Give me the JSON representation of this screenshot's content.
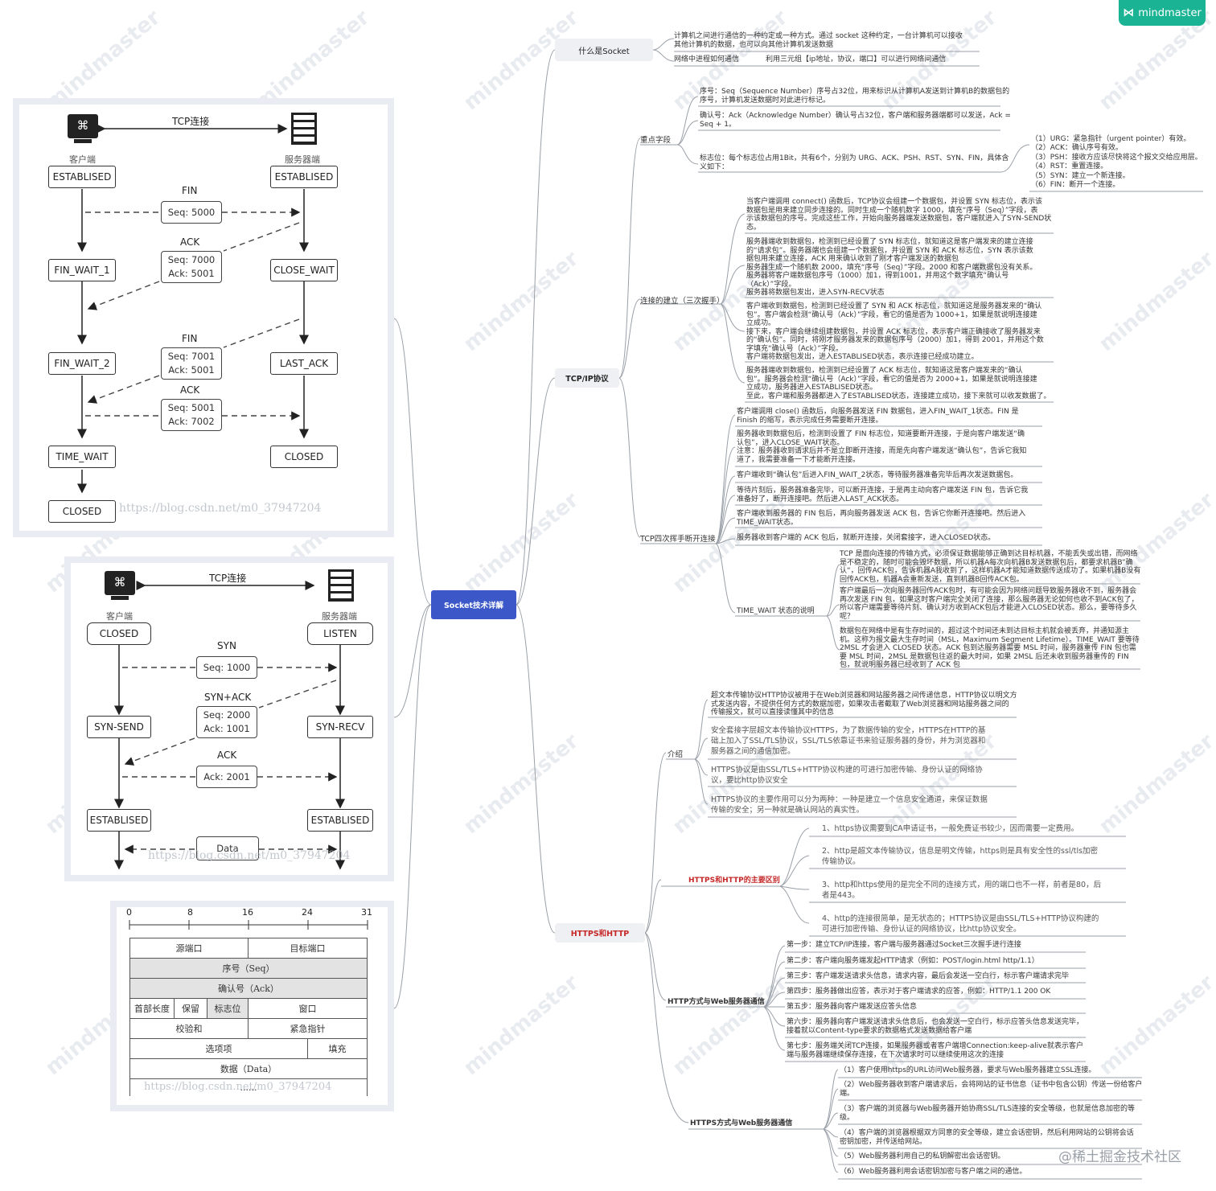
{
  "brand": {
    "logo_text": "mindmaster",
    "watermark_text": "mindmaster"
  },
  "diagram1": {
    "title": "TCP连接",
    "client_label": "客户端",
    "server_label": "服务器端",
    "client_states": [
      "ESTABLISED",
      "FIN_WAIT_1",
      "FIN_WAIT_2",
      "TIME_WAIT",
      "CLOSED"
    ],
    "server_states": [
      "ESTABLISED",
      "CLOSE_WAIT",
      "LAST_ACK",
      "CLOSED"
    ],
    "packets": [
      {
        "type": "FIN",
        "lines": [
          "Seq: 5000"
        ]
      },
      {
        "type": "ACK",
        "lines": [
          "Seq: 7000",
          "Ack: 5001"
        ]
      },
      {
        "type": "FIN",
        "lines": [
          "Seq: 7001",
          "Ack: 5001"
        ]
      },
      {
        "type": "ACK",
        "lines": [
          "Seq: 5001",
          "Ack: 7002"
        ]
      }
    ],
    "watermark": "https://blog.csdn.net/m0_37947204"
  },
  "diagram2": {
    "title": "TCP连接",
    "client_label": "客户端",
    "server_label": "服务器端",
    "client_states": [
      "CLOSED",
      "SYN-SEND",
      "ESTABLISED"
    ],
    "server_states": [
      "LISTEN",
      "SYN-RECV",
      "ESTABLISED"
    ],
    "packets": [
      {
        "type": "SYN",
        "lines": [
          "Seq: 1000"
        ]
      },
      {
        "type": "SYN+ACK",
        "lines": [
          "Seq: 2000",
          "Ack: 1001"
        ]
      },
      {
        "type": "ACK",
        "lines": [
          "Ack: 2001"
        ]
      }
    ],
    "data_label": "Data",
    "watermark": "https://blog.csdn.net/m0_37947204"
  },
  "header_diagram": {
    "bits": [
      "0",
      "8",
      "16",
      "24",
      "31"
    ],
    "src_port": "源端口",
    "dst_port": "目标端口",
    "seq": "序号（Seq）",
    "ack": "确认号（Ack）",
    "hlen": "首部长度",
    "reserved": "保留",
    "flags": "标志位",
    "window": "窗口",
    "checksum": "校验和",
    "urgent": "紧急指针",
    "options": "选项项",
    "padding": "填充",
    "data": "数据（Data）",
    "watermark": "https://blog.csdn.net/m0_37947204",
    "ellipsis": "......"
  },
  "mindmap": {
    "central": "Socket技术详解",
    "what_is_socket": {
      "title": "什么是Socket",
      "line1": "计算机之间进行通信的一种约定或一种方式。通过 socket 这种约定，一台计算机可以接收",
      "line2": "其他计算机的数据，也可以向其他计算机发送数据",
      "line3_a": "网络中进程如何通信",
      "line3_b": "利用三元组【ip地址，协议，端口】可以进行网络间通信"
    },
    "tcpip": {
      "title": "TCP/IP协议",
      "key_fields": "重点字段",
      "seq": [
        "序号：Seq（Sequence Number）序号占32位，用来标识从计算机A发送到计算机B的数据包的",
        "序号，计算机发送数据时对此进行标记。"
      ],
      "ack": [
        "确认号：Ack（Acknowledge Number）确认号占32位，客户端和服务器端都可以发送，Ack =",
        "Seq + 1。"
      ],
      "flags": [
        "标志位：每个标志位占用1Bit，共有6个，分别为 URG、ACK、PSH、RST、SYN、FIN，具体含",
        "义如下："
      ],
      "flag_items": [
        "（1）URG：紧急指针（urgent pointer）有效。",
        "（2）ACK：确认序号有效。",
        "（3）PSH：接收方应该尽快将这个报文交给应用层。",
        "（4）RST：重置连接。",
        "（5）SYN：建立一个新连接。",
        "（6）FIN：断开一个连接。"
      ],
      "handshake": "连接的建立（三次握手）",
      "hs1": [
        "当客户端调用 connect() 函数后，TCP协议会组建一个数据包，并设置 SYN 标志位，表示该",
        "数据包是用来建立同步连接的。同时生成一个随机数字 1000，填充“序号（Seq）”字段，表",
        "示该数据包的序号。完成这些工作，开始向服务器端发送数据包，客户端就进入了SYN-SEND状",
        "态。"
      ],
      "hs2": [
        "服务器端收到数据包，检测到已经设置了 SYN 标志位，就知道这是客户端发来的建立连接",
        "的“请求包”。服务器端也会组建一个数据包，并设置 SYN 和 ACK 标志位，SYN 表示该数",
        "据包用来建立连接，ACK 用来确认收到了刚才客户端发送的数据包",
        "服务器生成一个随机数 2000，填充“序号（Seq）”字段。2000 和客户端数据包没有关系。",
        "服务器将客户端数据包序号（1000）加1，得到1001，并用这个数字填充“确认号",
        "（Ack）”字段。",
        "服务器将数据包发出，进入SYN-RECV状态"
      ],
      "hs3": [
        "客户端收到数据包，检测到已经设置了 SYN 和 ACK 标志位，就知道这是服务器发来的“确认",
        "包”。客户端会检测“确认号（Ack）”字段，看它的值是否为 1000+1，如果是就说明连接建",
        "立成功。",
        "接下来，客户端会继续组建数据包，并设置 ACK 标志位，表示客户端正确接收了服务器发来",
        "的“确认包”。同时，将刚才服务器发来的数据包序号（2000）加1，得到 2001，并用这个数",
        "字填充“确认号（Ack）”字段。",
        "客户端将数据包发出，进入ESTABLISED状态，表示连接已经成功建立。"
      ],
      "hs4": [
        "服务器端收到数据包，检测到已经设置了 ACK 标志位，就知道这是客户端发来的“确认",
        "包”。服务器会检测“确认号（Ack）”字段，看它的值是否为 2000+1，如果是就说明连接建",
        "立成功，服务器进入ESTABLISED状态。",
        "至此，客户端和服务器都进入了ESTABLISED状态，连接建立成功，接下来就可以收发数据了。"
      ],
      "wave": "TCP四次挥手断开连接",
      "w1": [
        "客户端调用 close() 函数后，向服务器发送 FIN 数据包，进入FIN_WAIT_1状态。FIN 是",
        "Finish 的缩写，表示完成任务需要断开连接。"
      ],
      "w2": [
        "服务器收到数据包后，检测到设置了 FIN 标志位，知道要断开连接，于是向客户端发送“确",
        "认包”，进入CLOSE_WAIT状态。",
        "注意：服务器收到请求后并不是立即断开连接，而是先向客户端发送“确认包”，告诉它我知",
        "道了，我需要准备一下才能断开连接。"
      ],
      "w3": [
        "客户端收到“确认包”后进入FIN_WAIT_2状态，等待服务器准备完毕后再次发送数据包。"
      ],
      "w4": [
        "等待片刻后，服务器准备完毕，可以断开连接，于是再主动向客户端发送 FIN 包，告诉它我",
        "准备好了，断开连接吧。然后进入LAST_ACK状态。"
      ],
      "w5": [
        "客户端收到服务器的 FIN 包后，再向服务器发送 ACK 包，告诉它你断开连接吧。然后进入",
        "TIME_WAIT状态。"
      ],
      "w6": [
        "服务器收到客户端的 ACK 包后，就断开连接，关闭套接字，进入CLOSED状态。"
      ],
      "time_wait": "TIME_WAIT 状态的说明",
      "tw1": [
        "TCP 是面向连接的传输方式，必须保证数据能够正确到达目标机器，不能丢失或出错，而网络",
        "是不稳定的，随时可能会毁坏数据，所以机器A每次向机器B发送数据包后，都要求机器B”确",
        "认“，回传ACK包，告诉机器A我收到了，这样机器A才能知道数据传送成功了。如果机器B没有",
        "回传ACK包，机器A会重新发送，直到机器B回传ACK包。"
      ],
      "tw2": [
        "客户端最后一次向服务器回传ACK包时，有可能会因为网络问题导致服务器收不到，服务器会",
        "再次发送 FIN 包，如果这时客户端完全关闭了连接，那么服务器无论如何也收不到ACK包了，",
        "所以客户端需要等待片刻、确认对方收到ACK包后才能进入CLOSED状态。那么，要等待多久",
        "呢？"
      ],
      "tw3": [
        "数据包在网络中是有生存时间的，超过这个时间还未到达目标主机就会被丢弃，并通知源主",
        "机。这称为报文最大生存时间（MSL，Maximum Segment Lifetime）。TIME_WAIT 要等待",
        "2MSL 才会进入 CLOSED 状态。ACK 包到达服务器需要 MSL 时间，服务器重传 FIN 包也需",
        "要 MSL 时间，2MSL 是数据包往返的最大时间，如果 2MSL 后还未收到服务器重传的 FIN",
        "包，就说明服务器已经收到了 ACK 包"
      ]
    },
    "https": {
      "title": "HTTPS和HTTP",
      "intro": "介绍",
      "i1": [
        "超文本传输协议HTTP协议被用于在Web浏览器和网站服务器之间传递信息，HTTP协议以明文方",
        "式发送内容，不提供任何方式的数据加密，如果攻击者截取了Web浏览器和网站服务器之间的",
        "传输报文，就可以直接读懂其中的信息"
      ],
      "i2": [
        "安全套接字层超文本传输协议HTTPS，为了数据传输的安全，HTTPS在HTTP的基",
        "础上加入了SSL/TLS协议，SSL/TLS依靠证书来验证服务器的身份，并为浏览器和",
        "服务器之间的通信加密。"
      ],
      "i3": [
        "HTTPS协议是由SSL/TLS+HTTP协议构建的可进行加密传输、身份认证的网络协",
        "议，要比http协议安全"
      ],
      "i4": [
        "HTTPS协议的主要作用可以分为两种：一种是建立一个信息安全通道，来保证数据",
        "传输的安全；另一种就是确认网站的真实性。"
      ],
      "diff": "HTTPS和HTTP的主要区别",
      "d1": [
        "1、https协议需要到CA申请证书，一般免费证书较少，因而需要一定费用。"
      ],
      "d2": [
        "2、http是超文本传输协议，信息是明文传输，https则是具有安全性的ssl/tls加密",
        "传输协议。"
      ],
      "d3": [
        "3、http和https使用的是完全不同的连接方式，用的端口也不一样，前者是80，后",
        "者是443。"
      ],
      "d4": [
        "4、http的连接很简单，是无状态的；HTTPS协议是由SSL/TLS+HTTP协议构建的",
        "可进行加密传输、身份认证的网络协议，比http协议安全。"
      ],
      "http_comm": "HTTP方式与Web服务器通信",
      "steps": [
        "第一步：建立TCP/IP连接，客户端与服务器通过Socket三次握手进行连接",
        "第二步：客户端向服务端发起HTTP请求（例如：POST/login.html http/1.1）",
        "第三步：客户端发送请求头信息，请求内容，最后会发送一空白行，标示客户端请求完毕",
        "第四步：服务器做出应答，表示对于客户端请求的应答，例如：HTTP/1.1 200 OK",
        "第五步：服务器向客户端发送应答头信息",
        "第六步：服务器向客户端发送请求头信息后，也会发送一空白行，标示应答头信息发送完毕，|接着就以Content-type要求的数据格式发送数据给客户端",
        "第七步：服务端关闭TCP连接，如果服务器或者客户端增Connection:keep-alive就表示客户|端与服务器端继续保存连接，在下次请求时可以继续使用这次的连接"
      ],
      "https_comm": "HTTPS方式与Web服务器通信",
      "hsteps": [
        "（1）客户使用https的URL访问Web服务器，要求与Web服务器建立SSL连接。",
        "（2）Web服务器收到客户端请求后，会将网站的证书信息（证书中包含公钥）传送一份给客户|端。",
        "（3）客户端的浏览器与Web服务器开始协商SSL/TLS连接的安全等级，也就是信息加密的等|级。",
        "（4）客户端的浏览器根据双方同意的安全等级，建立会话密钥，然后利用网站的公钥将会话|密钥加密，并传送给网站。",
        "（5）Web服务器利用自己的私钥解密出会话密钥。",
        "（6）Web服务器利用会话密钥加密与客户端之间的通信。"
      ]
    }
  },
  "footer_watermark": "@稀土掘金技术社区"
}
